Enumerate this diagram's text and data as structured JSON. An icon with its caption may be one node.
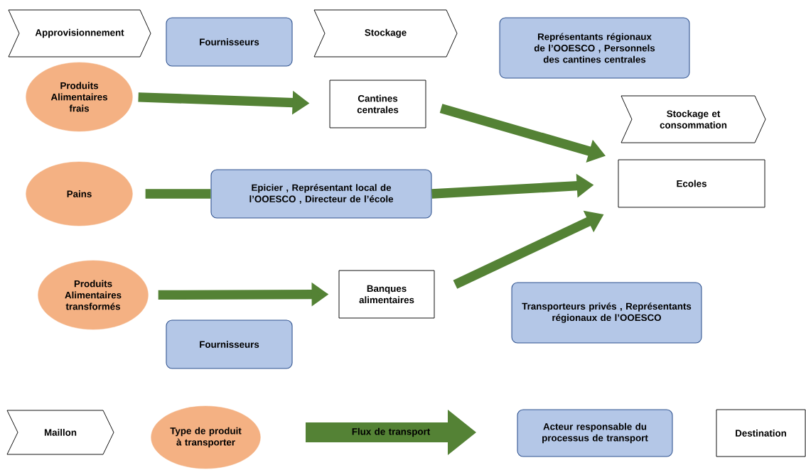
{
  "diagram": {
    "nodes": [
      {
        "text": [
          "Approvisionnement"
        ]
      },
      {
        "text": [
          "Fournisseurs"
        ]
      },
      {
        "text": [
          "Stockage"
        ]
      },
      {
        "text": [
          "Représentants régionaux de l’OOESCO , Personnels des cantines centrales"
        ]
      },
      {
        "text": [
          "Produits Alimentaires frais"
        ]
      },
      {
        "text": [
          "Cantines centrales"
        ]
      },
      {
        "text": [
          "Stockage et consommation"
        ]
      },
      {
        "text": [
          "Ecoles"
        ]
      },
      {
        "text": [
          "Pains"
        ]
      },
      {
        "text": [
          "Epicier , Représentant local de l’OOESCO , Directeur de l’école"
        ]
      },
      {
        "text": [
          "Produits Alimentaires transformés"
        ]
      },
      {
        "text": [
          "Banques alimentaires"
        ]
      },
      {
        "text": [
          "Transporteurs privés , Représentants régionaux de l’OOESCO"
        ]
      },
      {
        "text": [
          "Fournisseurs"
        ]
      },
      {
        "text": [
          "Maillon"
        ]
      },
      {
        "text": [
          "Type de produit à transporter"
        ]
      },
      {
        "text": [
          "Flux de transport"
        ]
      },
      {
        "text": [
          "Acteur responsable du processus de transport"
        ]
      },
      {
        "text": [
          "Destination"
        ]
      }
    ],
    "edges": [
      {
        "from": 4,
        "to": 5,
        "arrow": "to"
      },
      {
        "from": 5,
        "to": 7,
        "arrow": "to"
      },
      {
        "from": 8,
        "to": 9,
        "arrow": "none"
      },
      {
        "from": 9,
        "to": 7,
        "arrow": "to"
      },
      {
        "from": 10,
        "to": 11,
        "arrow": "to"
      },
      {
        "from": 11,
        "to": 7,
        "arrow": "to"
      }
    ]
  }
}
